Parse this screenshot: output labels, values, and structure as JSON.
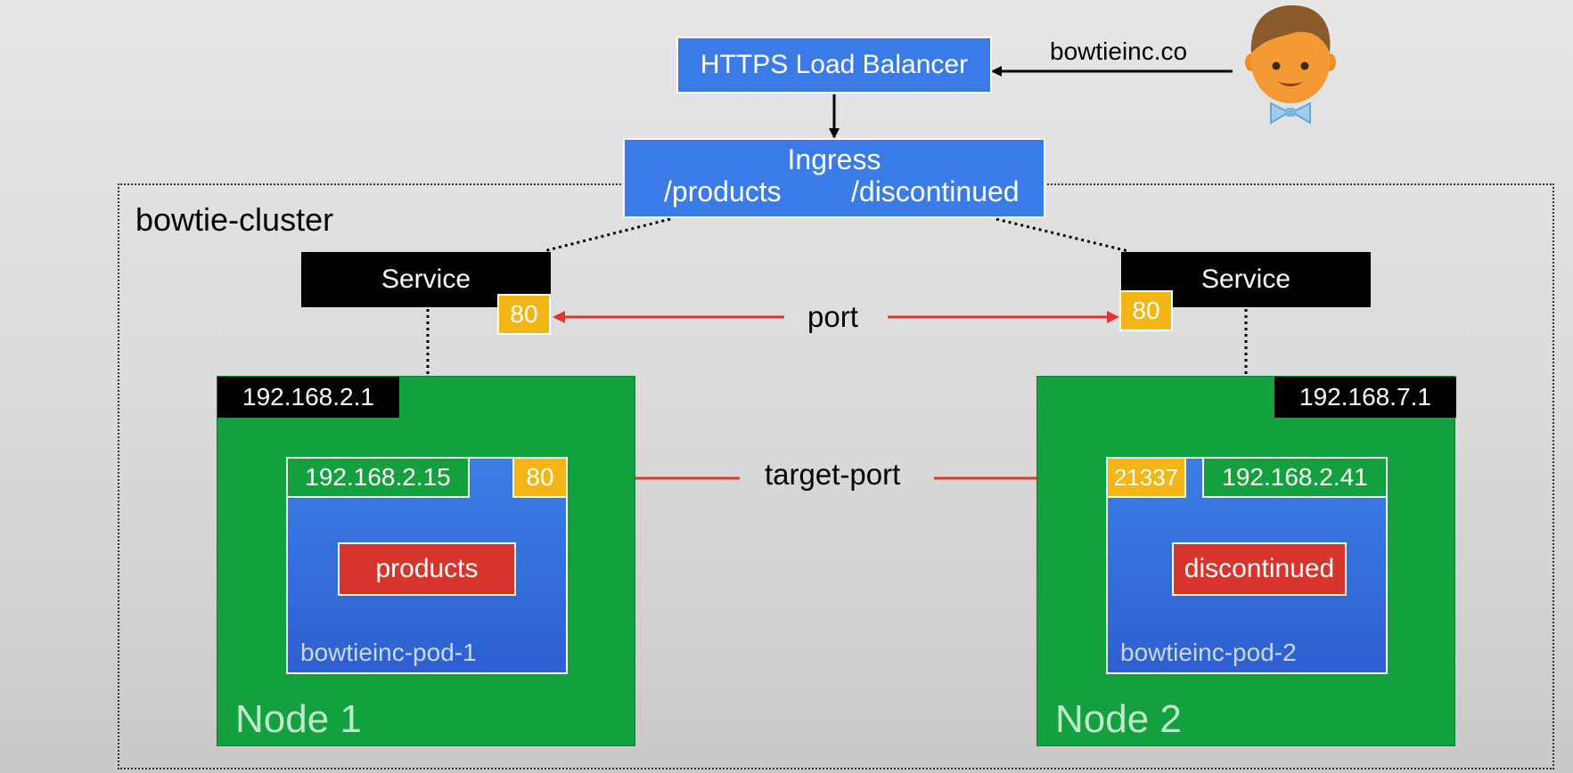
{
  "load_balancer": {
    "label": "HTTPS Load Balancer"
  },
  "domain_label": "bowtieinc.co",
  "ingress": {
    "title": "Ingress",
    "path_left": "/products",
    "path_right": "/discontinued"
  },
  "cluster_label": "bowtie-cluster",
  "left": {
    "service_label": "Service",
    "service_port": "80",
    "node_ip": "192.168.2.1",
    "pod_ip": "192.168.2.15",
    "pod_port": "80",
    "app_label": "products",
    "pod_name": "bowtieinc-pod-1",
    "node_name": "Node 1"
  },
  "right": {
    "service_label": "Service",
    "service_port": "80",
    "node_ip": "192.168.7.1",
    "pod_ip": "192.168.2.41",
    "pod_port": "21337",
    "app_label": "discontinued",
    "pod_name": "bowtieinc-pod-2",
    "node_name": "Node 2"
  },
  "port_label": "port",
  "target_port_label": "target-port",
  "colors": {
    "blue": "#3b7be8",
    "green": "#13a03e",
    "yellow": "#f4b516",
    "red": "#d7352b",
    "arrow_red": "#e0362c"
  },
  "icons": {
    "user": "bowtie-user-avatar-icon"
  }
}
